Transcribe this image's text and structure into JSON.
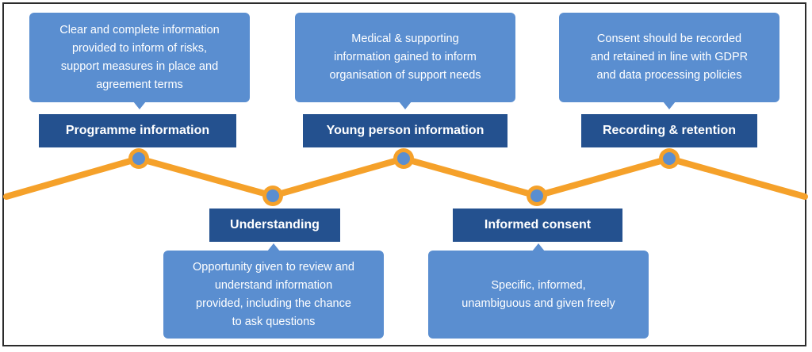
{
  "colors": {
    "line": "#f5a12a",
    "node_fill": "#5a8ed0",
    "node_ring": "#f5a12a",
    "callout_bg": "#5a8ed0",
    "label_bg": "#24518f",
    "text": "#ffffff"
  },
  "steps": [
    {
      "label": "Programme information",
      "description": "Clear and complete information\nprovided to inform of risks,\nsupport measures in place and\nagreement terms"
    },
    {
      "label": "Understanding",
      "description": "Opportunity given to review and\nunderstand information\nprovided, including the chance\nto ask questions"
    },
    {
      "label": "Young person information",
      "description": "Medical & supporting\ninformation gained to inform\norganisation of support needs"
    },
    {
      "label": "Informed consent",
      "description": "Specific, informed,\nunambiguous and given freely"
    },
    {
      "label": "Recording & retention",
      "description": "Consent should be recorded\nand retained in line with GDPR\nand data processing policies"
    }
  ]
}
